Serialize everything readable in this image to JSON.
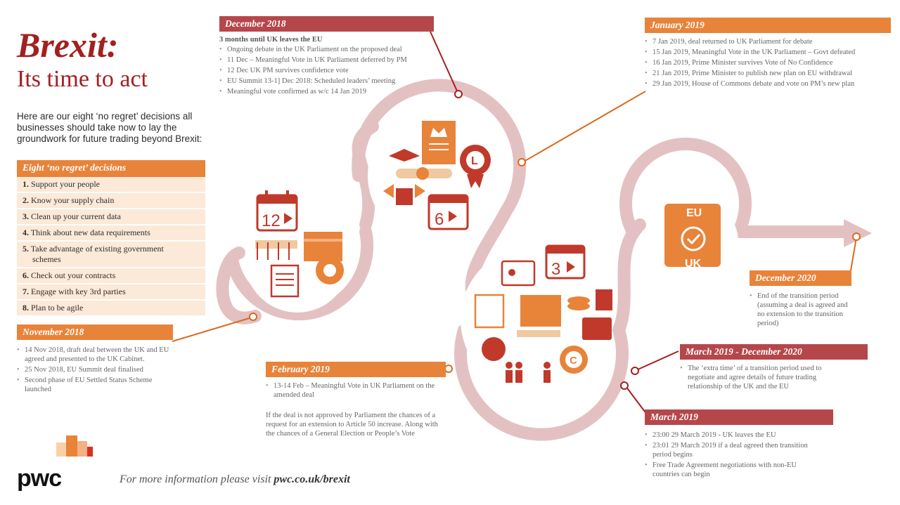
{
  "title": {
    "line1": "Brexit:",
    "line2": "Its time to act"
  },
  "intro": "Here are our eight ‘no regret’ decisions all businesses should take now to lay the groundwork for future trading beyond Brexit:",
  "decisions": {
    "heading": "Eight ‘no regret’ decisions",
    "items": [
      {
        "num": "1.",
        "text": "Support your people"
      },
      {
        "num": "2.",
        "text": "Know your supply chain"
      },
      {
        "num": "3.",
        "text": "Clean up your current data"
      },
      {
        "num": "4.",
        "text": "Think about new data requirements"
      },
      {
        "num": "5.",
        "text": "Take advantage of existing  government",
        "text2": "schemes"
      },
      {
        "num": "6.",
        "text": "Check out your contracts"
      },
      {
        "num": "7.",
        "text": "Engage with key 3rd parties"
      },
      {
        "num": "8.",
        "text": "Plan to be agile"
      }
    ]
  },
  "nov2018": {
    "heading": "November 2018",
    "items": [
      "14 Nov 2018, draft deal between the UK and EU agreed and presented to the UK Cabinet.",
      "25 Nov 2018, EU Summit  deal finalised",
      "Second phase of EU Settled Status Scheme launched"
    ]
  },
  "dec2018": {
    "heading": "December 2018",
    "subheading": "3 months until UK leaves the EU",
    "items": [
      "Ongoing debate in the UK Parliament on the proposed deal",
      "11 Dec – Meaningful Vote in UK Parliament deferred by PM",
      "12 Dec UK PM survives confidence vote",
      "EU Summit 13-1] Dec 2018: Scheduled leaders’ meeting",
      "Meaningful vote confirmed as w/c 14 Jan 2019"
    ]
  },
  "jan2019": {
    "heading": "January 2019",
    "items": [
      "7 Jan 2019, deal returned to UK Parliament for debate",
      "15 Jan 2019, Meaningful Vote in the UK Parliament – Govt defeated",
      "16 Jan 2019, Prime Minister survives Vote of No Confidence",
      "21 Jan 2019, Prime Minister to publish new plan on EU withdrawal",
      "29 Jan 2019, House of Commons debate and vote on PM’s new plan"
    ]
  },
  "feb2019": {
    "heading": "February 2019",
    "items": [
      "13-14 Feb – Meaningful Vote in UK Parliament on the amended deal"
    ],
    "note": "If the deal is not approved by Parliament the chances of a request for an extension to Article 50 increase. Along with the chances of a General Election or People’s Vote"
  },
  "mar2019": {
    "heading": "March 2019",
    "items": [
      "23:00 29 March 2019 - UK leaves the EU",
      "23:01 29 March 2019 if a deal agreed then transition period begins",
      "Free Trade Agreement negotiations with non-EU countries can begin"
    ]
  },
  "marDec2020": {
    "heading": "March 2019 - December 2020",
    "items": [
      "The ‘extra time’ of a transition period used to negotiate and agree details of future trading relationship of the UK and the EU"
    ]
  },
  "dec2020": {
    "heading": "December 2020",
    "items": [
      "End of the transition period (assuming a deal is agreed and no extension to the transition period)"
    ]
  },
  "circles": {
    "countdown12": "12",
    "countdown6": "6",
    "countdown3": "3",
    "eu": "EU",
    "uk": "UK"
  },
  "footer": {
    "prefix": "For more information please visit ",
    "link": "pwc.co.uk/brexit"
  },
  "logo": "pwc",
  "colors": {
    "red": "#a32020",
    "rose": "#b5474b",
    "orange": "#e8833a",
    "path": "#e3c1c3",
    "icon": "#c0392b"
  }
}
